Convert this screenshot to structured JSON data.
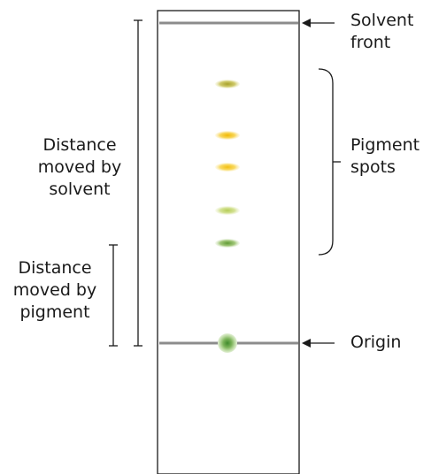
{
  "labels": {
    "solvent_front": [
      "Solvent",
      "front"
    ],
    "pigment_spots": [
      "Pigment",
      "spots"
    ],
    "origin": "Origin",
    "distance_solvent": [
      "Distance",
      "moved by",
      "solvent"
    ],
    "distance_pigment": [
      "Distance",
      "moved by",
      "pigment"
    ]
  },
  "colors": {
    "line": "#8c8c8c",
    "outline": "#1a1a1a",
    "spot_olive": "#b5b02e",
    "spot_yellow_1": "#f2c21a",
    "spot_yellow_2": "#f5c41c",
    "spot_light_green": "#c3d66a",
    "spot_green": "#7fae4a",
    "origin_spot": "#5a9a3c"
  },
  "spots": [
    {
      "name": "spot-olive",
      "color_key": "spot_olive"
    },
    {
      "name": "spot-yellow-1",
      "color_key": "spot_yellow_1"
    },
    {
      "name": "spot-yellow-2",
      "color_key": "spot_yellow_2"
    },
    {
      "name": "spot-light-green",
      "color_key": "spot_light_green"
    },
    {
      "name": "spot-green",
      "color_key": "spot_green"
    }
  ]
}
